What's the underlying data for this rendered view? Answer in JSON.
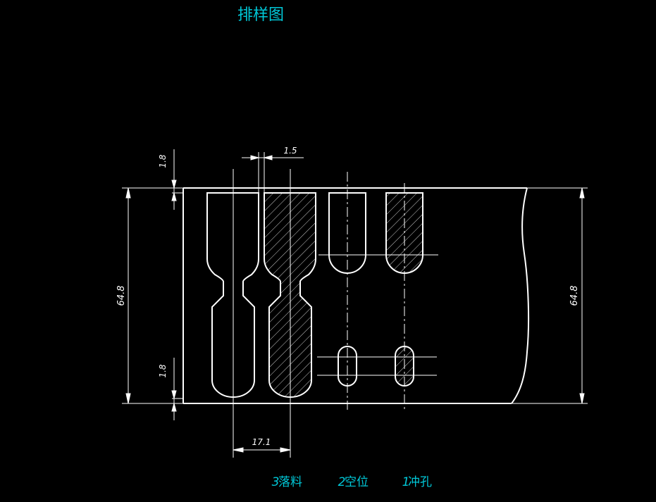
{
  "title": "排样图",
  "dimensions": {
    "gap_top": "1.8",
    "web": "1.5",
    "width_left": "64.8",
    "gap_bottom": "1.8",
    "pitch": "17.1",
    "width_right": "64.8"
  },
  "stations": [
    {
      "number": "3",
      "label": "落料"
    },
    {
      "number": "2",
      "label": "空位"
    },
    {
      "number": "1",
      "label": "冲孔"
    }
  ],
  "colors": {
    "background": "#000000",
    "geometry": "#ffffff",
    "annotation": "#00c8d8"
  }
}
